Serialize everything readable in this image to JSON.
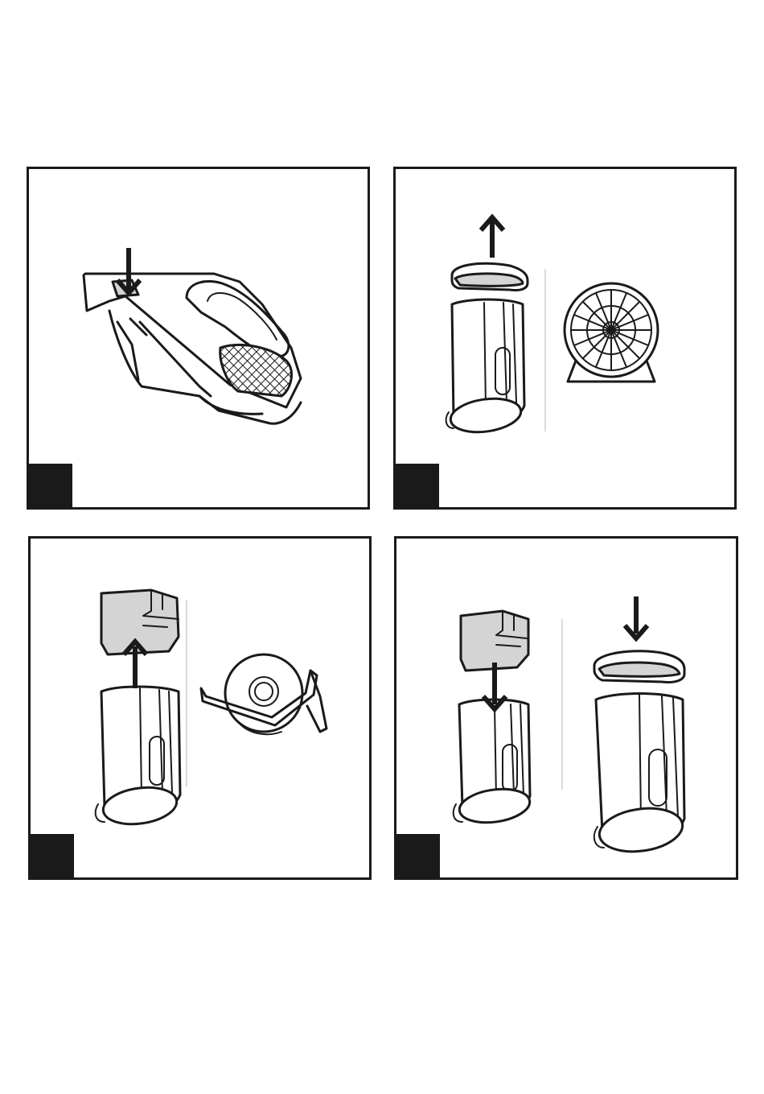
{
  "panels": [
    {
      "id": "step-1",
      "step_label": ""
    },
    {
      "id": "step-2",
      "step_label": ""
    },
    {
      "id": "step-3",
      "step_label": ""
    },
    {
      "id": "step-4",
      "step_label": ""
    }
  ],
  "colors": {
    "line": "#1a1a1a",
    "highlight": "#d4d4d4",
    "divider": "#cfcfcf",
    "background": "#ffffff"
  },
  "icons": [
    "down-arrow-icon",
    "up-arrow-icon",
    "handheld-vacuum-icon",
    "dust-bin-icon",
    "filter-lid-icon",
    "cyclone-filter-icon",
    "filter-cone-icon",
    "motor-guard-icon"
  ]
}
